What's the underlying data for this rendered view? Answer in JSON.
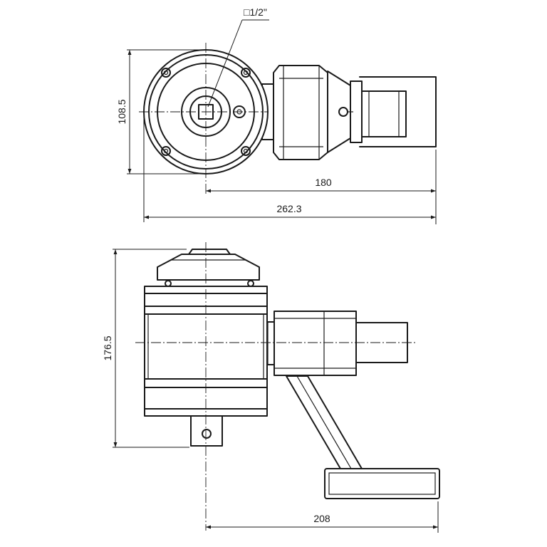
{
  "drawing": {
    "top_view": {
      "square_drive_label": "□1/2\"",
      "height_dimension": "108.5",
      "reaction_length_dimension": "180",
      "overall_length_dimension": "262.3"
    },
    "side_view": {
      "height_dimension": "176.5",
      "reaction_arm_dimension": "208"
    }
  }
}
